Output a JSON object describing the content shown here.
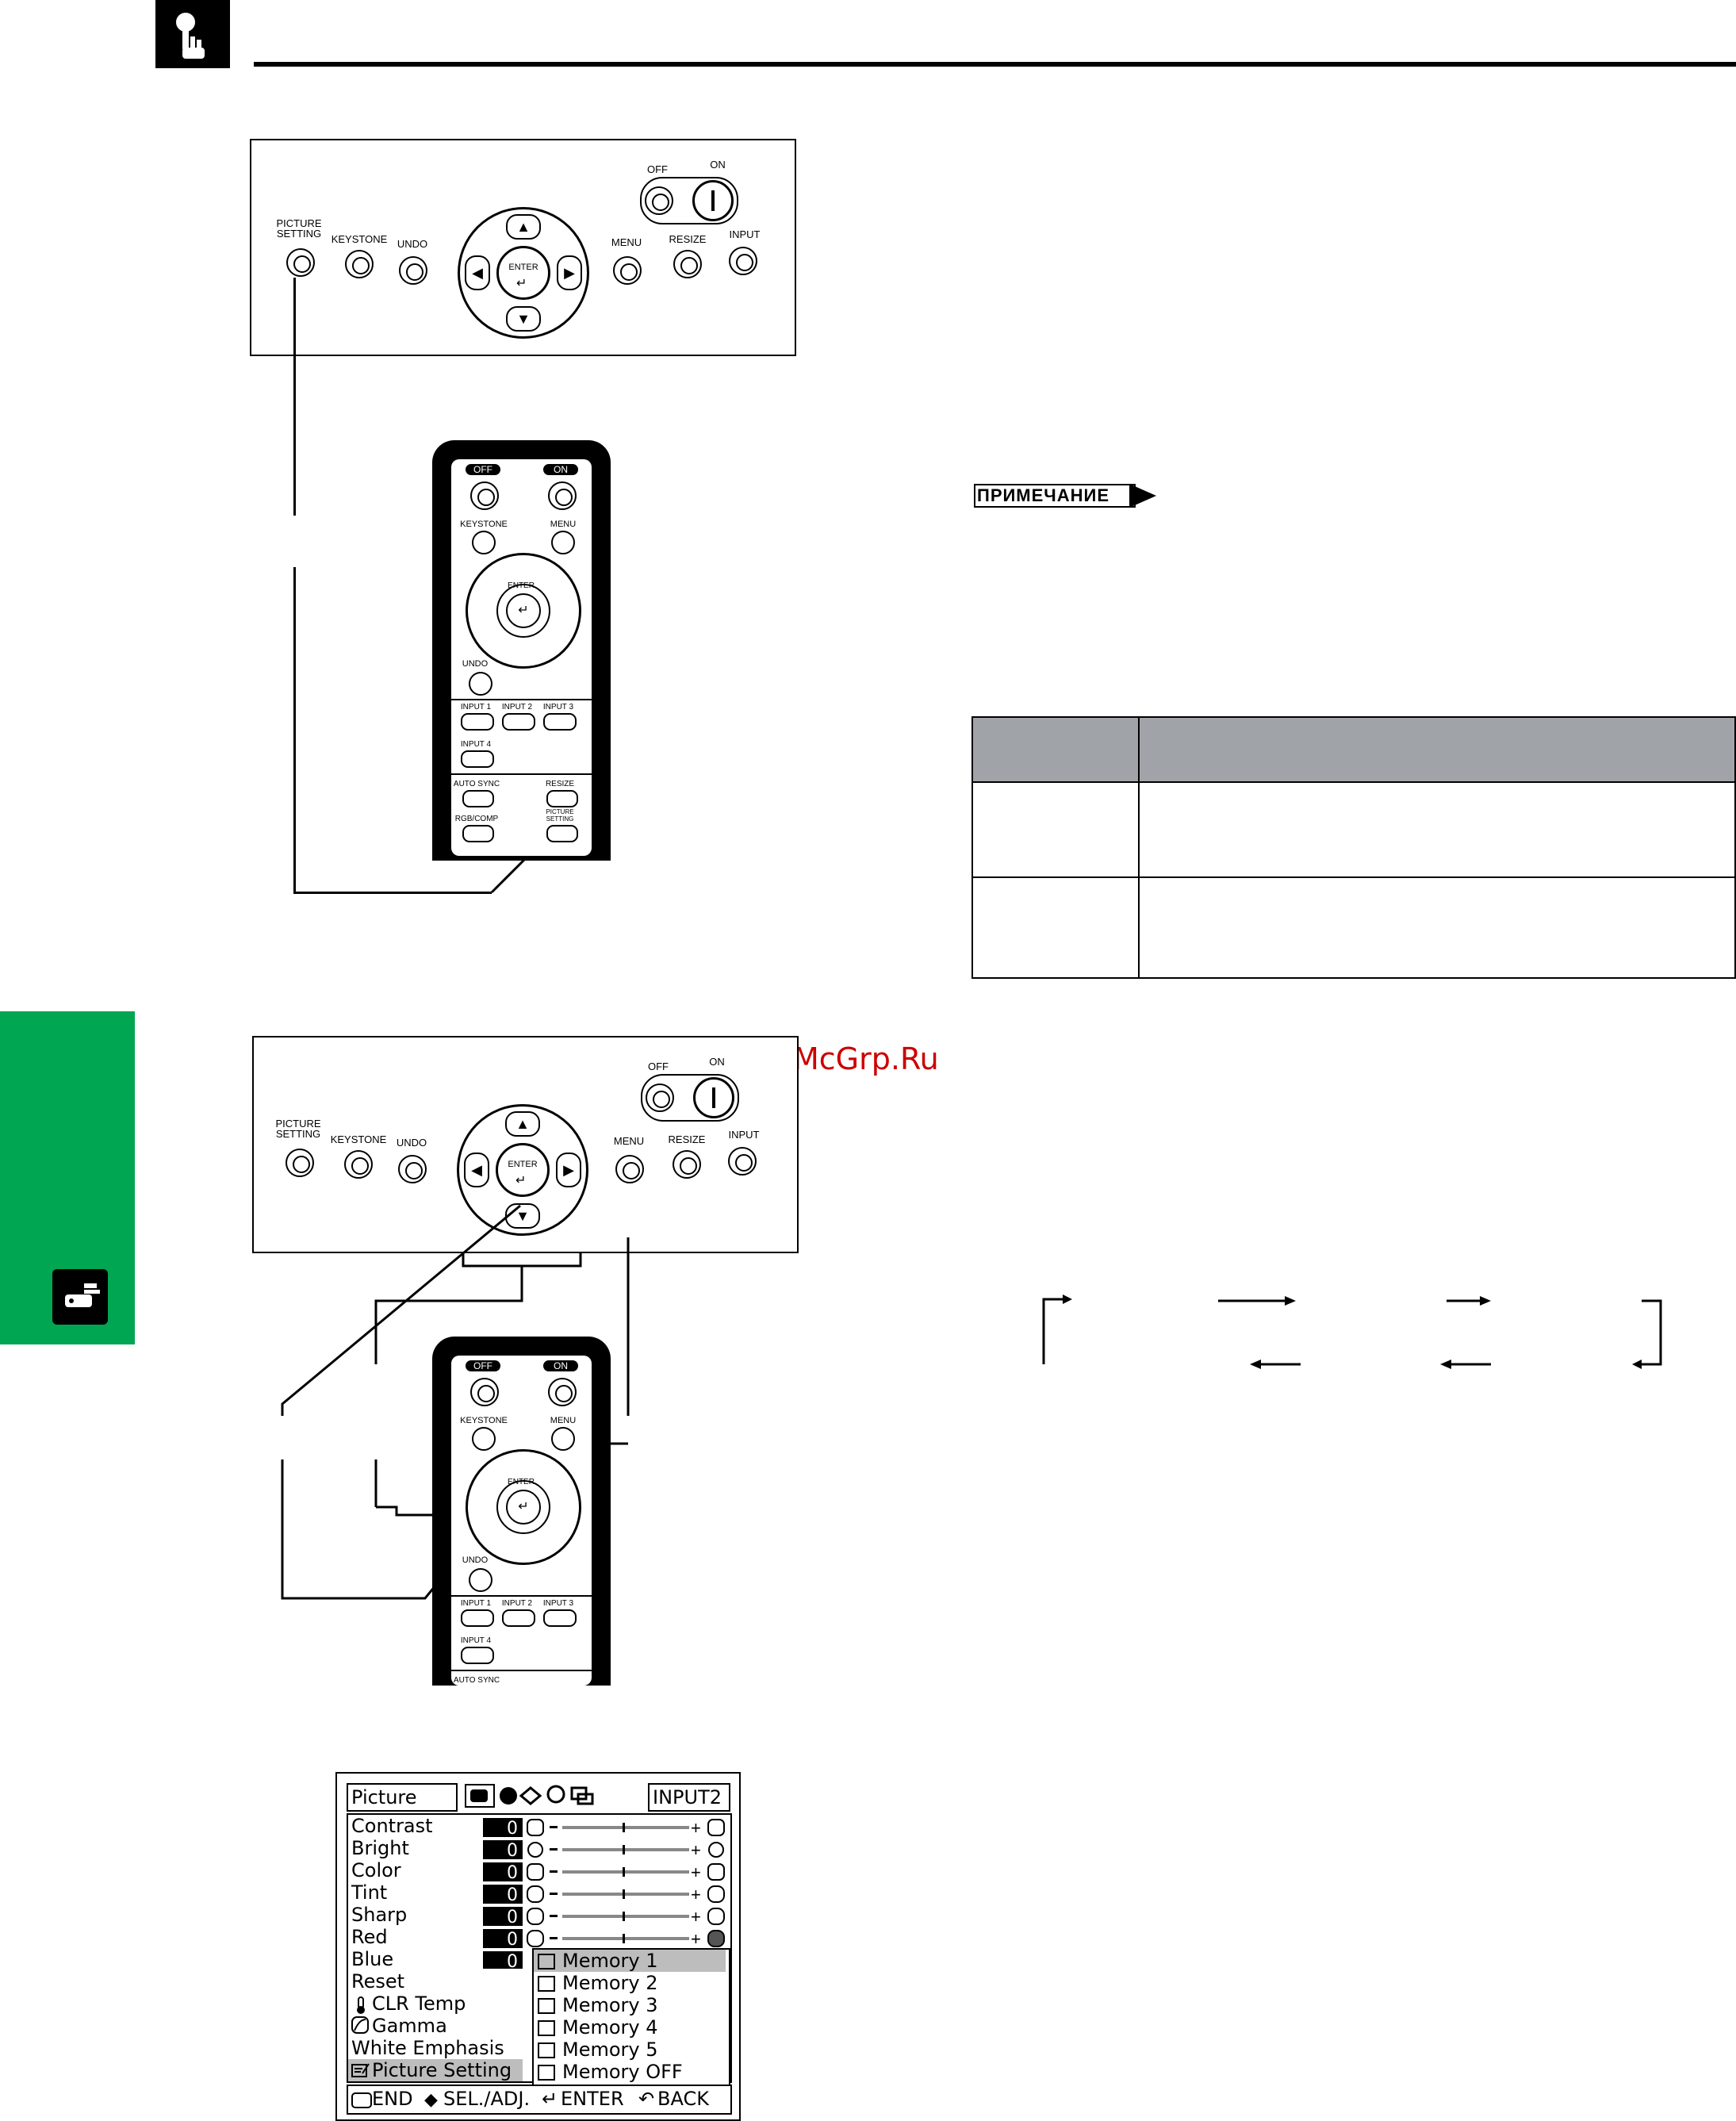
{
  "watermark": "McGrp.Ru",
  "note_badge": "ПРИМЕЧАНИЕ",
  "panel_labels": {
    "off": "OFF",
    "on": "ON",
    "picture_setting": "PICTURE\nSETTING",
    "keystone": "KEYSTONE",
    "undo": "UNDO",
    "enter": "ENTER",
    "menu": "MENU",
    "resize": "RESIZE",
    "input": "INPUT"
  },
  "remote_labels": {
    "off": "OFF",
    "on": "ON",
    "keystone": "KEYSTONE",
    "menu": "MENU",
    "enter": "ENTER",
    "undo": "UNDO",
    "input1": "INPUT 1",
    "input2": "INPUT 2",
    "input3": "INPUT 3",
    "input4": "INPUT 4",
    "auto_sync": "AUTO SYNC",
    "resize": "RESIZE",
    "rgb_comp": "RGB/COMP",
    "picture_setting": "PICTURE\nSETTING"
  },
  "osd": {
    "title": "Picture",
    "input": "INPUT2",
    "rows": [
      {
        "label": "Contrast",
        "value": "0"
      },
      {
        "label": "Bright",
        "value": "0"
      },
      {
        "label": "Color",
        "value": "0"
      },
      {
        "label": "Tint",
        "value": "0"
      },
      {
        "label": "Sharp",
        "value": "0"
      },
      {
        "label": "Red",
        "value": "0"
      },
      {
        "label": "Blue",
        "value": "0"
      },
      {
        "label": "Reset"
      },
      {
        "label": "CLR Temp"
      },
      {
        "label": "Gamma"
      },
      {
        "label": "White Emphasis"
      },
      {
        "label": "Picture Setting"
      }
    ],
    "memory_options": [
      "Memory 1",
      "Memory 2",
      "Memory 3",
      "Memory 4",
      "Memory 5",
      "Memory OFF"
    ],
    "footer": [
      "END",
      "SEL./ADJ.",
      "ENTER",
      "BACK"
    ],
    "colors": {
      "highlight": "#bdbdbd"
    }
  },
  "colors": {
    "green_tab": "#00a651",
    "table_header": "#a0a4a8"
  }
}
